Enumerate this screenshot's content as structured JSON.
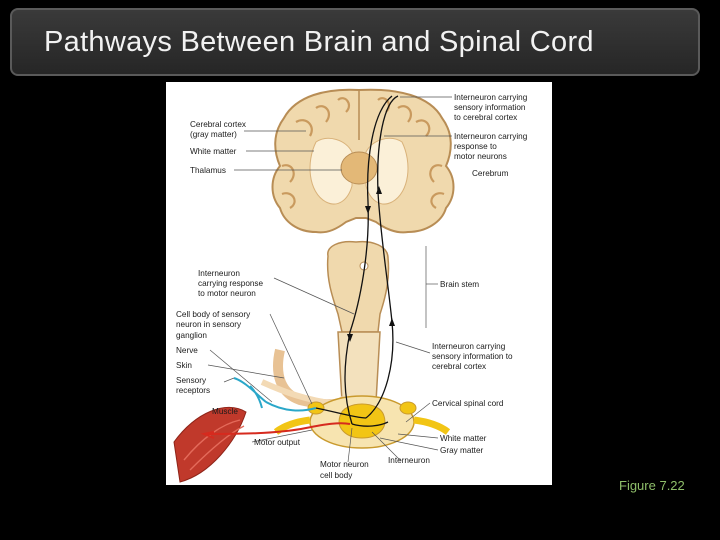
{
  "slide": {
    "title": "Pathways Between Brain and Spinal Cord",
    "caption": "Figure 7.22"
  },
  "figure": {
    "labels": {
      "cerebral_cortex_1": "Cerebral cortex",
      "cerebral_cortex_2": "(gray matter)",
      "white_matter_brain": "White matter",
      "thalamus": "Thalamus",
      "cerebrum": "Cerebrum",
      "interneuron_sensory_top_1": "Interneuron carrying",
      "interneuron_sensory_top_2": "sensory information",
      "interneuron_sensory_top_3": "to cerebral cortex",
      "interneuron_response_top_1": "Interneuron carrying",
      "interneuron_response_top_2": "response to",
      "interneuron_response_top_3": "motor neurons",
      "interneuron_motor_left_1": "Interneuron",
      "interneuron_motor_left_2": "carrying response",
      "interneuron_motor_left_3": "to motor neuron",
      "brain_stem": "Brain stem",
      "cell_body_1": "Cell body of sensory",
      "cell_body_2": "neuron in sensory",
      "cell_body_3": "ganglion",
      "nerve": "Nerve",
      "skin": "Skin",
      "sensory_receptors_1": "Sensory",
      "sensory_receptors_2": "receptors",
      "muscle": "Muscle",
      "motor_output": "Motor output",
      "interneuron_sensory_right_1": "Interneuron carrying",
      "interneuron_sensory_right_2": "sensory information to",
      "interneuron_sensory_right_3": "cerebral cortex",
      "cervical_spinal_cord": "Cervical spinal cord",
      "white_matter_cord": "White matter",
      "gray_matter": "Gray matter",
      "interneuron_bottom": "Interneuron",
      "motor_neuron_1": "Motor neuron",
      "motor_neuron_2": "cell body"
    },
    "colors": {
      "brain_tissue": "#f0d9ad",
      "brain_outline": "#b88d55",
      "gray_matter": "#d9a866",
      "spinal_gray": "#f2c515",
      "muscle": "#c0392b",
      "sensory_nerve": "#2aa7c9",
      "motor_nerve": "#d62a1e"
    }
  }
}
